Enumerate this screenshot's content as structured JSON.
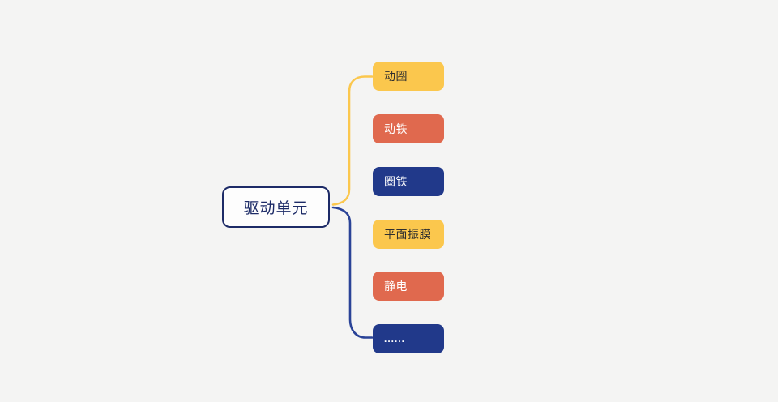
{
  "palette": {
    "background": "#f4f4f3",
    "yellow": "#fbc74d",
    "orange": "#e0694e",
    "navy": "#21398a",
    "branch_yellow": "#fbc74d",
    "branch_blue": "#2a4397",
    "root_bg": "#fdfdfd",
    "root_border": "#1d2b67",
    "root_text": "#1d2b67",
    "dark_text": "#2f2f2f",
    "light_text": "#ffffff"
  },
  "root": {
    "label": "驱动单元"
  },
  "children": [
    {
      "label": "动圈",
      "color": "yellow"
    },
    {
      "label": "动铁",
      "color": "orange"
    },
    {
      "label": "圈铁",
      "color": "navy"
    },
    {
      "label": "平面振膜",
      "color": "yellow"
    },
    {
      "label": "静电",
      "color": "orange"
    },
    {
      "label": "......",
      "color": "navy"
    }
  ]
}
